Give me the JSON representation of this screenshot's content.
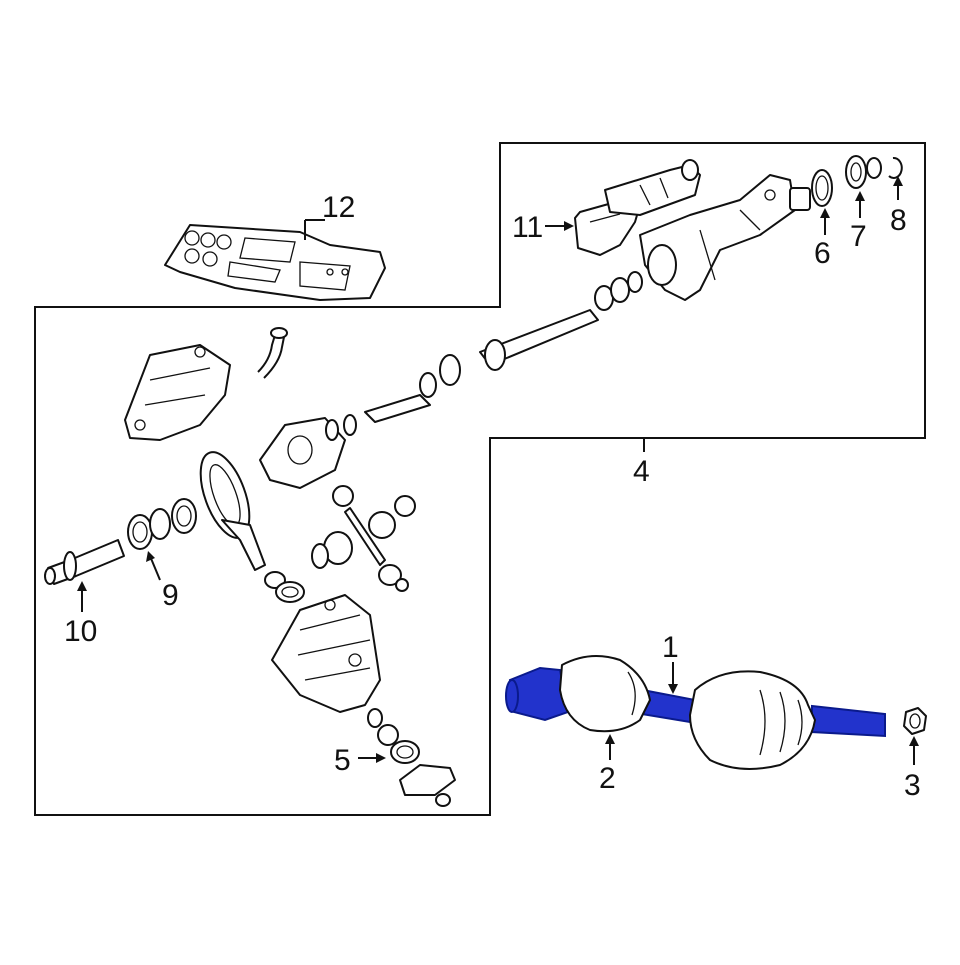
{
  "diagram": {
    "highlight_color": "#2233cc",
    "line_color": "#111111",
    "background": "#ffffff",
    "callouts": [
      {
        "id": "1",
        "label": "1"
      },
      {
        "id": "2",
        "label": "2"
      },
      {
        "id": "3",
        "label": "3"
      },
      {
        "id": "4",
        "label": "4"
      },
      {
        "id": "5",
        "label": "5"
      },
      {
        "id": "6",
        "label": "6"
      },
      {
        "id": "7",
        "label": "7"
      },
      {
        "id": "8",
        "label": "8"
      },
      {
        "id": "9",
        "label": "9"
      },
      {
        "id": "10",
        "label": "10"
      },
      {
        "id": "11",
        "label": "11"
      },
      {
        "id": "12",
        "label": "12"
      }
    ]
  }
}
